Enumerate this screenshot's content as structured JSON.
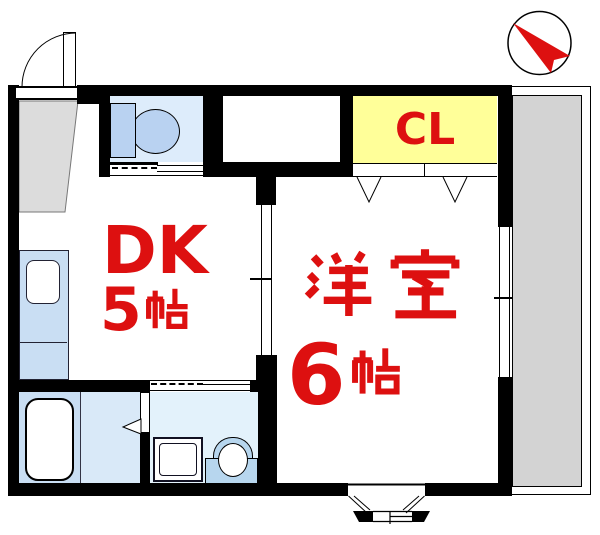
{
  "labels": {
    "dk_name": "DK",
    "dk_size": "5帖",
    "dk_size_number": "5",
    "size_unit_kanji": "帖",
    "western_name": "洋室",
    "western_size": "6帖",
    "western_size_number": "6",
    "closet_name": "CL"
  },
  "colors": {
    "label_red": "#dd1010",
    "wall_black": "#000000",
    "closet_yellow": "#ffff99",
    "toilet_room_blue": "#ddecfb",
    "fixture_blue": "#b9d2f1",
    "counter_bath_blue": "#c9def3",
    "washroom_blue": "#d9e9f8",
    "laundry_cyan": "#e3f2fb",
    "vanity_blue": "#b7d6ee",
    "entrance_gray": "#dcdcdc",
    "balcony_gray": "#d3d3d3"
  },
  "fixtures": {
    "north_arrow": "compass-north-arrow",
    "entrance_door": "hinged-door-arc",
    "toilet": "toilet-tank-and-bowl",
    "kitchen_sink": "counter-with-sink",
    "bathtub": "bathtub",
    "washer_pan": "washing-machine-pan",
    "vanity": "vanity-basin",
    "closet_doors": "bifold-doors",
    "room_divider": "sliding-door",
    "window": "double-line-window",
    "bay_window": "bay-window",
    "balcony": "balcony"
  }
}
